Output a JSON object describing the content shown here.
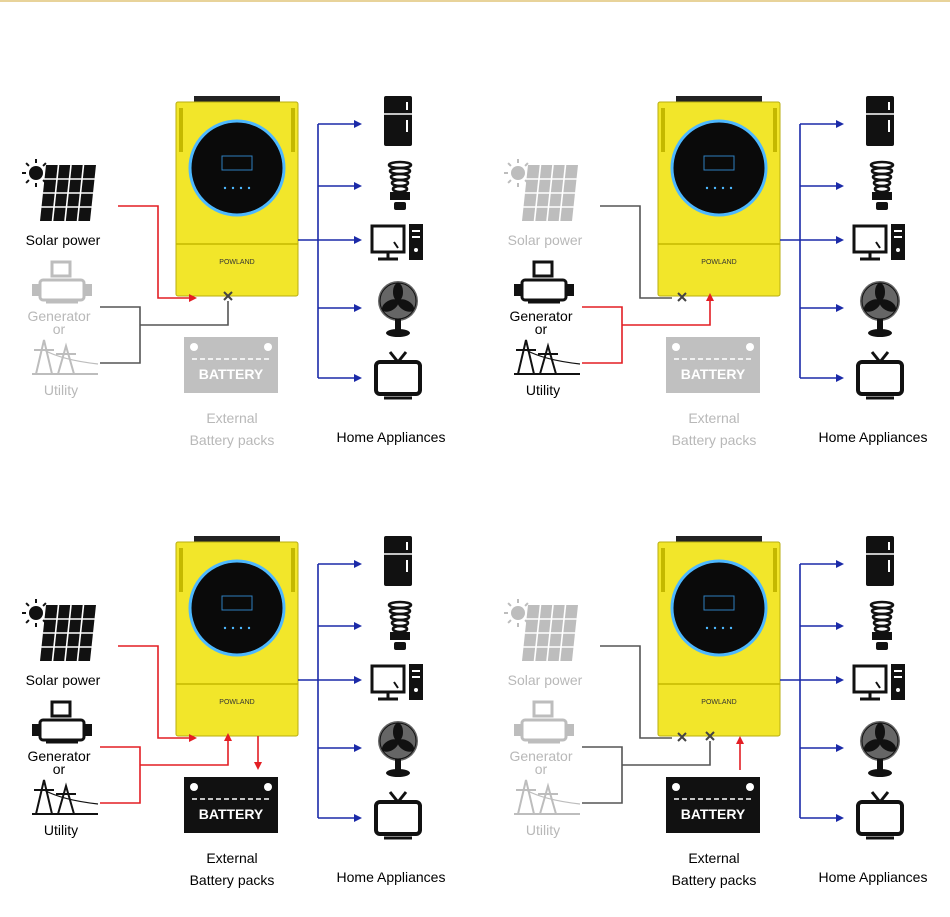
{
  "brand": "POWLAND",
  "colors": {
    "inverter": "#f2e62a",
    "active_line": "#e31e24",
    "inactive_line": "#555555",
    "appliance_line": "#1b2aa8",
    "dim": "#bdbdbd"
  },
  "icons": [
    "sun-icon",
    "solar-panel-icon",
    "generator-icon",
    "utility-pylon-icon",
    "battery-icon",
    "fridge-icon",
    "bulb-icon",
    "computer-icon",
    "fan-icon",
    "tv-icon",
    "blocked-x-icon"
  ],
  "labels": {
    "solar": "Solar power",
    "generator": "Generator",
    "or": "or",
    "utility": "Utility",
    "battery": "BATTERY",
    "ext1": "External",
    "ext2": "Battery packs",
    "appliances": "Home Appliances"
  },
  "panels": [
    {
      "id": "p1",
      "solar_active": true,
      "grid_active": false,
      "battery_active": false,
      "battery_mode": "off"
    },
    {
      "id": "p2",
      "solar_active": false,
      "grid_active": true,
      "battery_active": false,
      "battery_mode": "off"
    },
    {
      "id": "p3",
      "solar_active": true,
      "grid_active": true,
      "battery_active": true,
      "battery_mode": "charging"
    },
    {
      "id": "p4",
      "solar_active": false,
      "grid_active": false,
      "battery_active": true,
      "battery_mode": "discharging"
    }
  ]
}
